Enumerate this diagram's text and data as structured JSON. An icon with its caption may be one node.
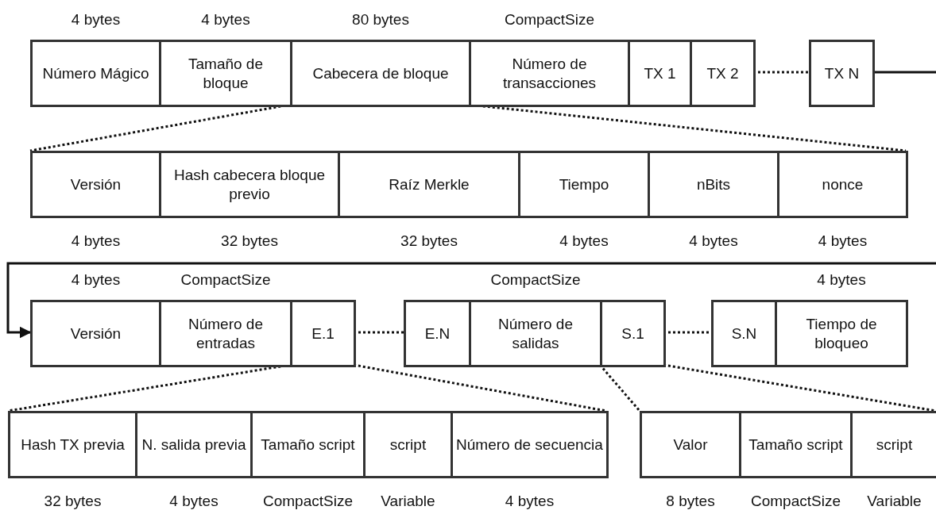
{
  "diagram": {
    "nodes": [
      {
        "text": [
          "Número Mágico"
        ],
        "beside": [
          "4 bytes"
        ]
      },
      {
        "text": [
          "Tamaño de bloque"
        ],
        "beside": [
          "4 bytes"
        ]
      },
      {
        "text": [
          "Cabecera de bloque"
        ],
        "beside": [
          "80 bytes"
        ]
      },
      {
        "text": [
          "Número de transacciones"
        ],
        "beside": [
          "CompactSize"
        ]
      },
      {
        "text": [
          "TX 1"
        ]
      },
      {
        "text": [
          "TX 2"
        ]
      },
      {
        "text": [
          "TX N"
        ]
      },
      {
        "text": [
          "Versión"
        ],
        "beside": [
          "4 bytes"
        ]
      },
      {
        "text": [
          "Hash cabecera bloque previo"
        ],
        "beside": [
          "32 bytes"
        ]
      },
      {
        "text": [
          "Raíz Merkle"
        ],
        "beside": [
          "32 bytes"
        ]
      },
      {
        "text": [
          "Tiempo"
        ],
        "beside": [
          "4 bytes"
        ]
      },
      {
        "text": [
          "nBits"
        ],
        "beside": [
          "4 bytes"
        ]
      },
      {
        "text": [
          "nonce"
        ],
        "beside": [
          "4 bytes"
        ]
      },
      {
        "text": [
          "Versión"
        ],
        "beside": [
          "4 bytes"
        ]
      },
      {
        "text": [
          "Número de entradas"
        ],
        "beside": [
          "CompactSize"
        ]
      },
      {
        "text": [
          "E.1"
        ]
      },
      {
        "text": [
          "E.N"
        ]
      },
      {
        "text": [
          "Número de salidas"
        ],
        "beside": [
          "CompactSize"
        ]
      },
      {
        "text": [
          "S.1"
        ]
      },
      {
        "text": [
          "S.N"
        ]
      },
      {
        "text": [
          "Tiempo de bloqueo"
        ],
        "beside": [
          "4 bytes"
        ]
      },
      {
        "text": [
          "Hash TX previa"
        ],
        "beside": [
          "32 bytes"
        ]
      },
      {
        "text": [
          "N. salida previa"
        ],
        "beside": [
          "4 bytes"
        ]
      },
      {
        "text": [
          "Tamaño script"
        ],
        "beside": [
          "CompactSize"
        ]
      },
      {
        "text": [
          "script"
        ],
        "beside": [
          "Variable"
        ]
      },
      {
        "text": [
          "Número de secuencia"
        ],
        "beside": [
          "4 bytes"
        ]
      },
      {
        "text": [
          "Valor"
        ],
        "beside": [
          "8 bytes"
        ]
      },
      {
        "text": [
          "Tamaño script"
        ],
        "beside": [
          "CompactSize"
        ]
      },
      {
        "text": [
          "script"
        ],
        "beside": [
          "Variable"
        ]
      }
    ],
    "edges": [
      {
        "from": 5,
        "to": 6,
        "arrow": "none",
        "style": "dashed"
      },
      {
        "from": 6,
        "to": null,
        "arrow": "none"
      },
      {
        "from": null,
        "to": 13,
        "arrow": "to"
      },
      {
        "from": 2,
        "to": 7,
        "arrow": "none",
        "style": "dashed"
      },
      {
        "from": 2,
        "to": 12,
        "arrow": "none",
        "style": "dashed"
      },
      {
        "from": 15,
        "to": 16,
        "arrow": "none",
        "style": "dashed"
      },
      {
        "from": 18,
        "to": 19,
        "arrow": "none",
        "style": "dashed"
      },
      {
        "from": 15,
        "to": 21,
        "arrow": "none",
        "style": "dashed"
      },
      {
        "from": 15,
        "to": 25,
        "arrow": "none",
        "style": "dashed"
      },
      {
        "from": 18,
        "to": 26,
        "arrow": "none",
        "style": "dashed"
      },
      {
        "from": 18,
        "to": 28,
        "arrow": "none",
        "style": "dashed"
      }
    ]
  }
}
